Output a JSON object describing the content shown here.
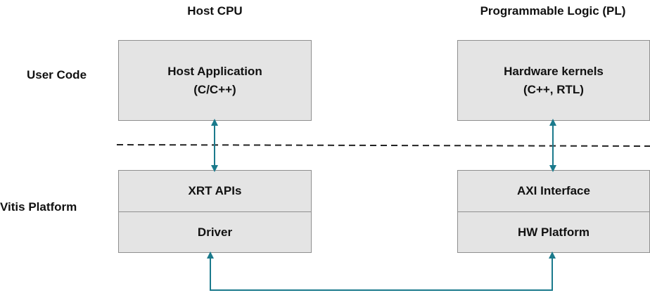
{
  "columns": {
    "host": "Host CPU",
    "pl": "Programmable Logic (PL)"
  },
  "rows": {
    "user_code": "User Code",
    "platform": "Vitis Platform"
  },
  "host_app": {
    "title": "Host Application",
    "subtitle": "(C/C++)"
  },
  "hw_kernels": {
    "title": "Hardware kernels",
    "subtitle": "(C++, RTL)"
  },
  "host_stack": {
    "top": "XRT APIs",
    "bottom": "Driver"
  },
  "pl_stack": {
    "top": "AXI Interface",
    "bottom": "HW Platform"
  },
  "colors": {
    "arrow": "#1b7a8c",
    "box_fill": "#e4e4e4",
    "box_border": "#8f8f8f",
    "divider": "#222222"
  }
}
